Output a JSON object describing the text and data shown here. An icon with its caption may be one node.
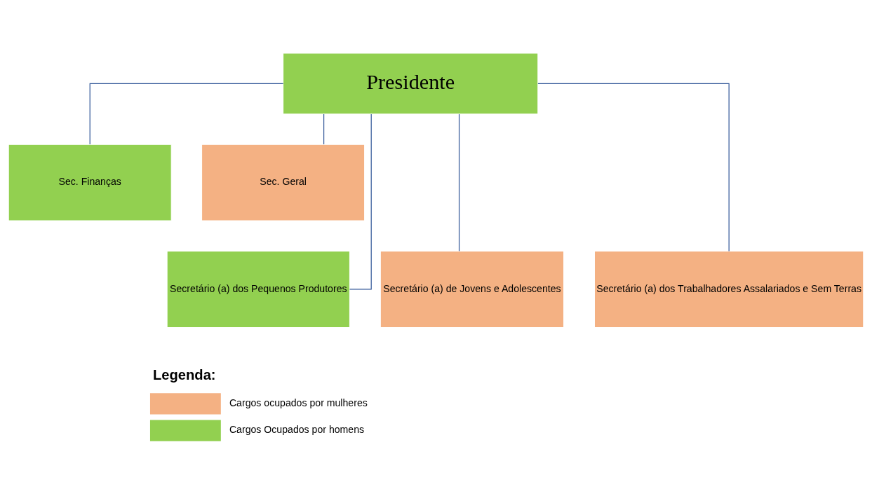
{
  "diagram": {
    "nodes": [
      {
        "text": [
          "Presidente"
        ]
      },
      {
        "text": [
          "Sec. Finanças"
        ]
      },
      {
        "text": [
          "Sec. Geral"
        ]
      },
      {
        "text": [
          "Secretário (a) dos Pequenos Produtores"
        ]
      },
      {
        "text": [
          "Secretário (a) de Jovens e Adolescentes"
        ]
      },
      {
        "text": [
          "Secretário (a) dos Trabalhadores Assalariados e Sem Terras"
        ]
      }
    ],
    "edges": [
      {
        "from": 0,
        "to": 1,
        "arrow": "none"
      },
      {
        "from": 0,
        "to": 2,
        "arrow": "none"
      },
      {
        "from": 0,
        "to": 3,
        "arrow": "none"
      },
      {
        "from": 0,
        "to": 4,
        "arrow": "none"
      },
      {
        "from": 0,
        "to": 5,
        "arrow": "none"
      }
    ],
    "labels": [
      "Legenda:"
    ],
    "legend": [
      {
        "text": "Cargos ocupados por mulheres",
        "color": "#f4b183"
      },
      {
        "text": "Cargos Ocupados por homens",
        "color": "#92d050"
      }
    ]
  }
}
